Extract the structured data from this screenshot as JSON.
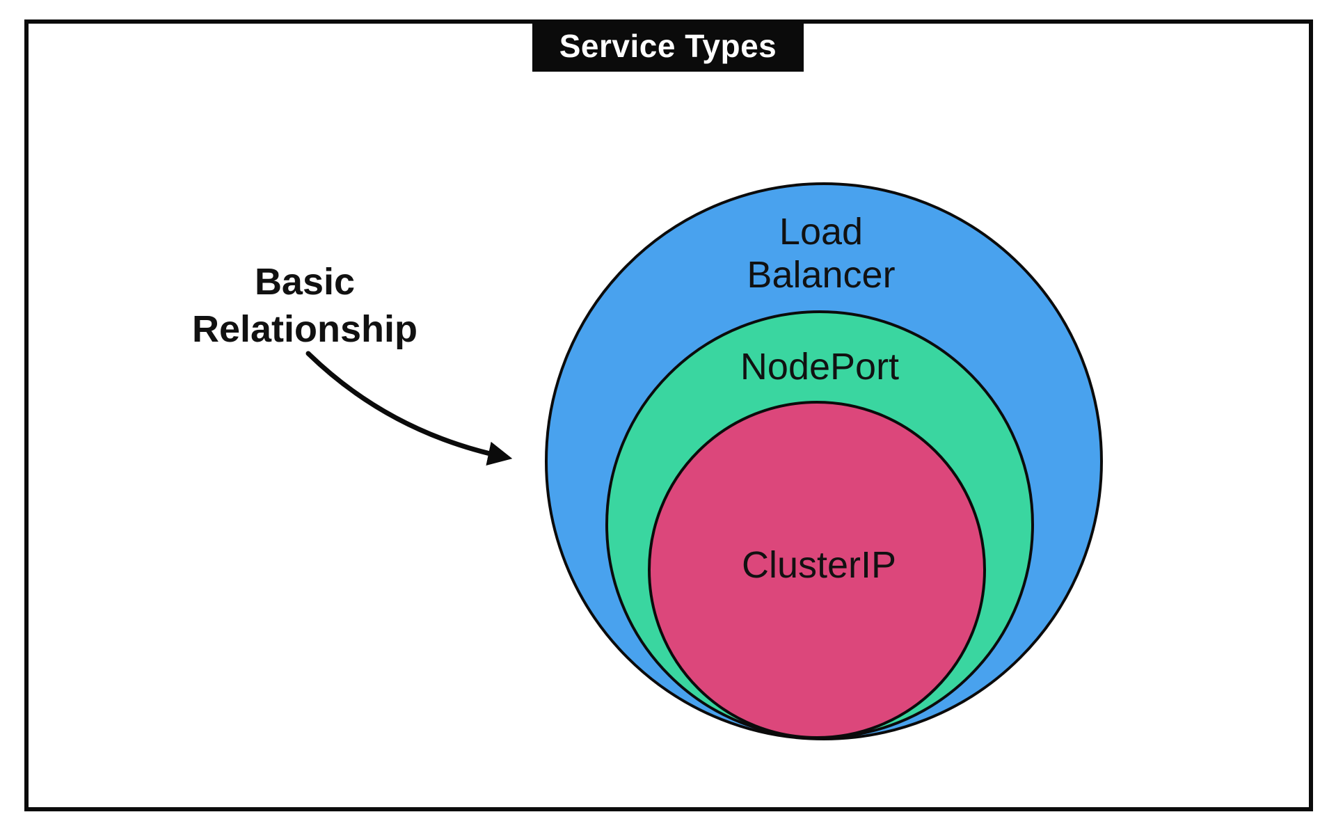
{
  "title": "Service Types",
  "annotation": {
    "label": "Basic\nRelationship"
  },
  "diagram": {
    "type": "nested-circles",
    "stroke_color": "#0b0b0b",
    "circles": [
      {
        "name": "Load Balancer",
        "label": "Load\nBalancer",
        "color": "#49A2EE",
        "level": "outer"
      },
      {
        "name": "NodePort",
        "label": "NodePort",
        "color": "#3AD6A0",
        "level": "middle"
      },
      {
        "name": "ClusterIP",
        "label": "ClusterIP",
        "color": "#DC477B",
        "level": "inner"
      }
    ]
  }
}
